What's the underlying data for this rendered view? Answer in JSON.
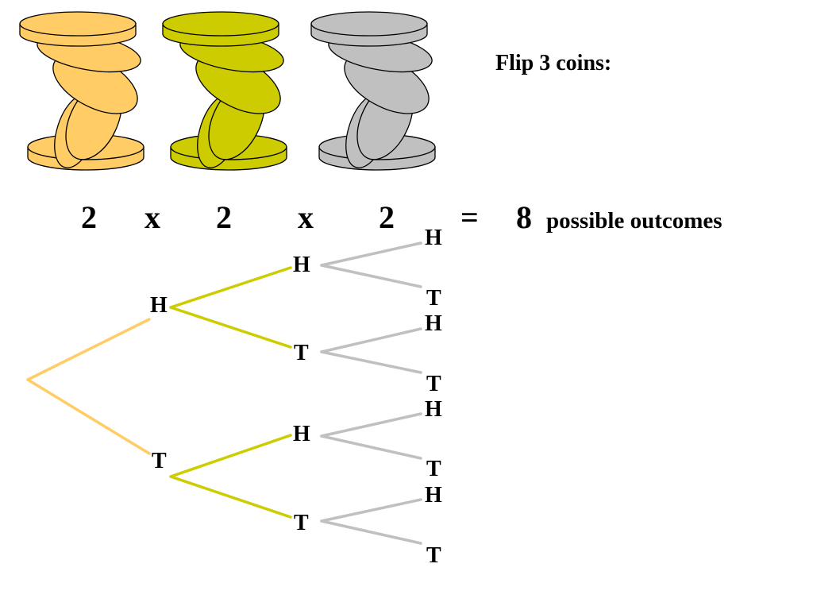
{
  "title": "Flip 3 coins:",
  "coins": [
    {
      "name": "coin-stack-1",
      "fill": "#FFCC66",
      "stroke": "#000000"
    },
    {
      "name": "coin-stack-2",
      "fill": "#CCCC00",
      "stroke": "#000000"
    },
    {
      "name": "coin-stack-3",
      "fill": "#C0C0C0",
      "stroke": "#000000"
    }
  ],
  "equation": {
    "factor1": "2",
    "times1": "x",
    "factor2": "2",
    "times2": "x",
    "factor3": "2",
    "equals": "=",
    "result": "8",
    "result_label": "possible outcomes"
  },
  "tree": {
    "level1": [
      "H",
      "T"
    ],
    "level2": [
      "H",
      "T",
      "H",
      "T"
    ],
    "level3": [
      "H",
      "T",
      "H",
      "T",
      "H",
      "T",
      "H",
      "T"
    ],
    "colors": {
      "level1": "#FFCC66",
      "level2": "#CCCC00",
      "level3": "#C0C0C0"
    }
  }
}
